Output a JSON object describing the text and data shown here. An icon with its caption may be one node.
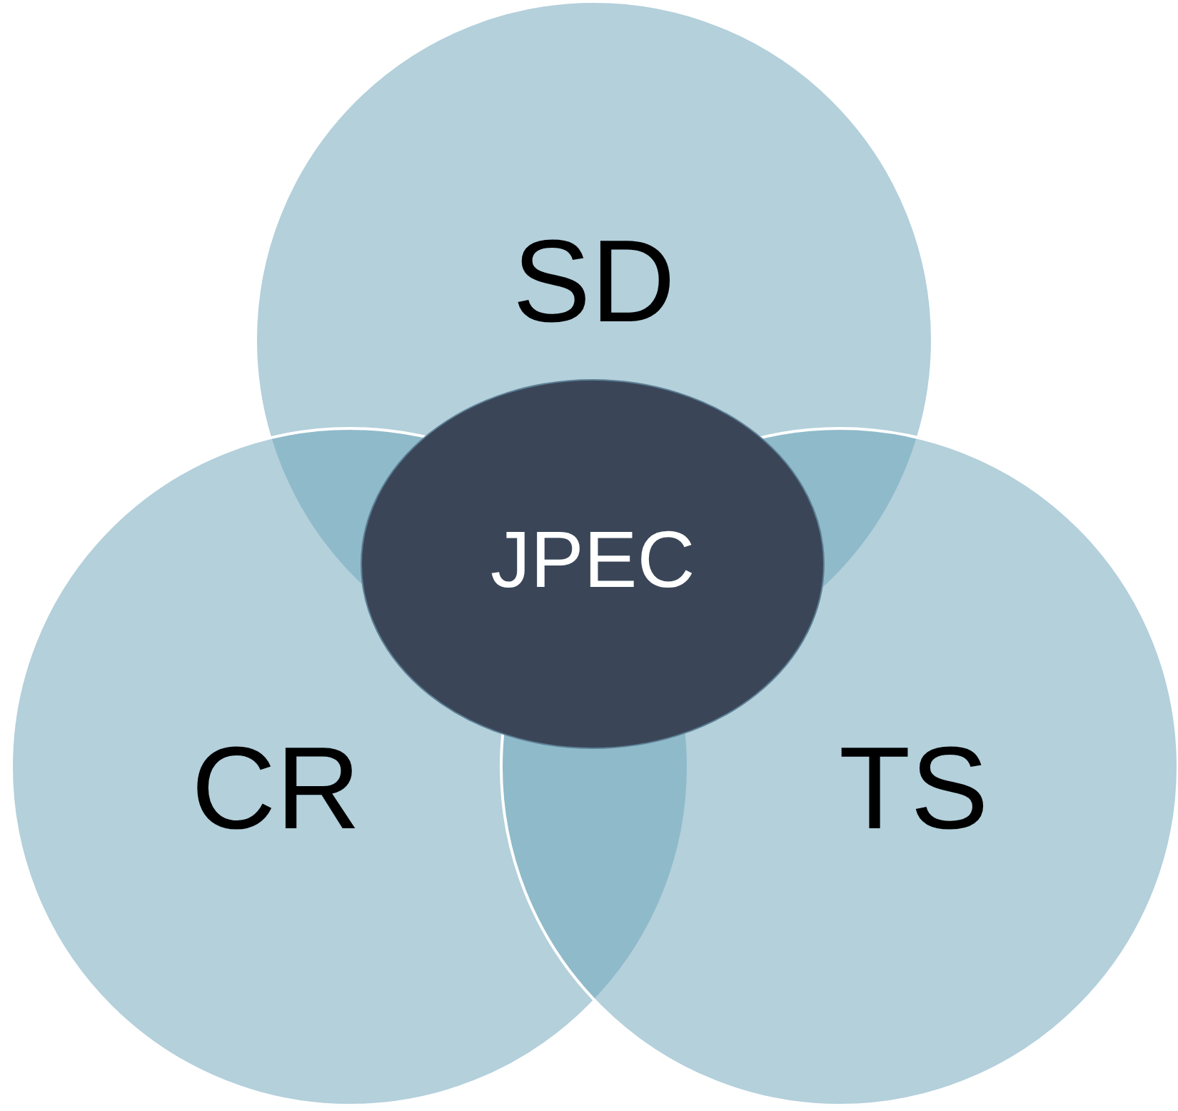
{
  "diagram": {
    "nodes": [
      {
        "text": [
          "SD"
        ]
      },
      {
        "text": [
          "JPEC"
        ]
      },
      {
        "text": [
          "CR"
        ]
      },
      {
        "text": [
          "TS"
        ]
      }
    ]
  }
}
